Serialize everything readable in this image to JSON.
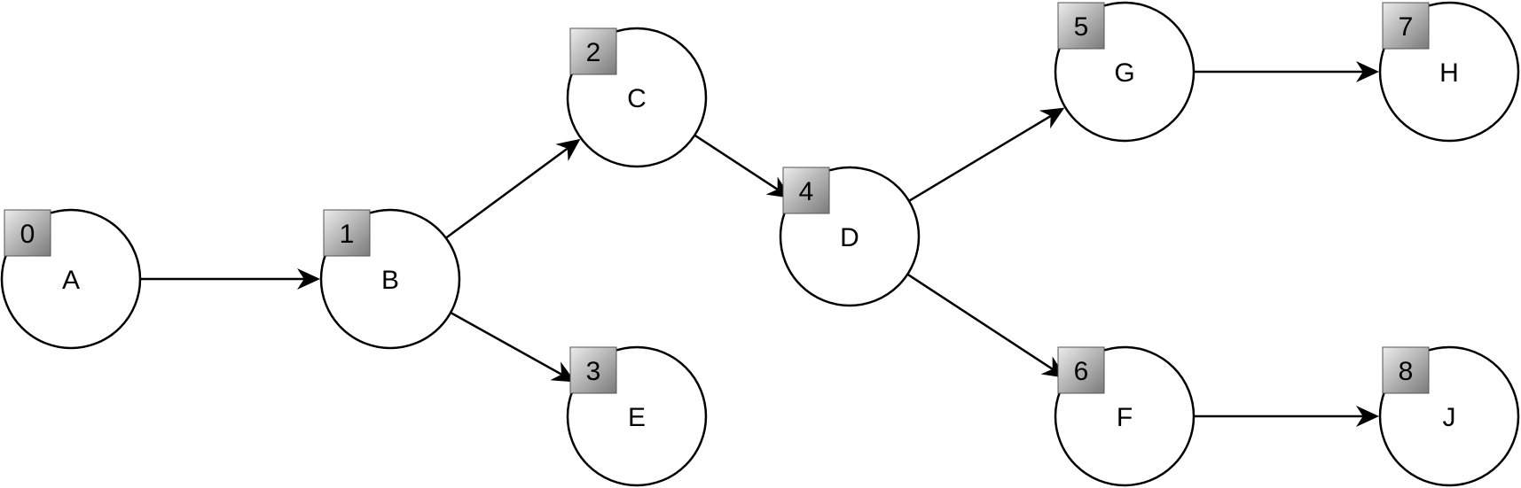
{
  "diagram": {
    "nodes": [
      {
        "id": "A",
        "label": "A",
        "index": "0"
      },
      {
        "id": "B",
        "label": "B",
        "index": "1"
      },
      {
        "id": "C",
        "label": "C",
        "index": "2"
      },
      {
        "id": "E",
        "label": "E",
        "index": "3"
      },
      {
        "id": "D",
        "label": "D",
        "index": "4"
      },
      {
        "id": "G",
        "label": "G",
        "index": "5"
      },
      {
        "id": "F",
        "label": "F",
        "index": "6"
      },
      {
        "id": "H",
        "label": "H",
        "index": "7"
      },
      {
        "id": "J",
        "label": "J",
        "index": "8"
      }
    ],
    "edges": [
      {
        "from": "A",
        "to": "B"
      },
      {
        "from": "B",
        "to": "C"
      },
      {
        "from": "B",
        "to": "E"
      },
      {
        "from": "C",
        "to": "D"
      },
      {
        "from": "D",
        "to": "G"
      },
      {
        "from": "D",
        "to": "F"
      },
      {
        "from": "G",
        "to": "H"
      },
      {
        "from": "F",
        "to": "J"
      }
    ],
    "colors": {
      "stroke": "#000000",
      "node_fill": "#ffffff",
      "badge_light": "#e0e0e0",
      "badge_dark": "#7a7a7a"
    }
  }
}
